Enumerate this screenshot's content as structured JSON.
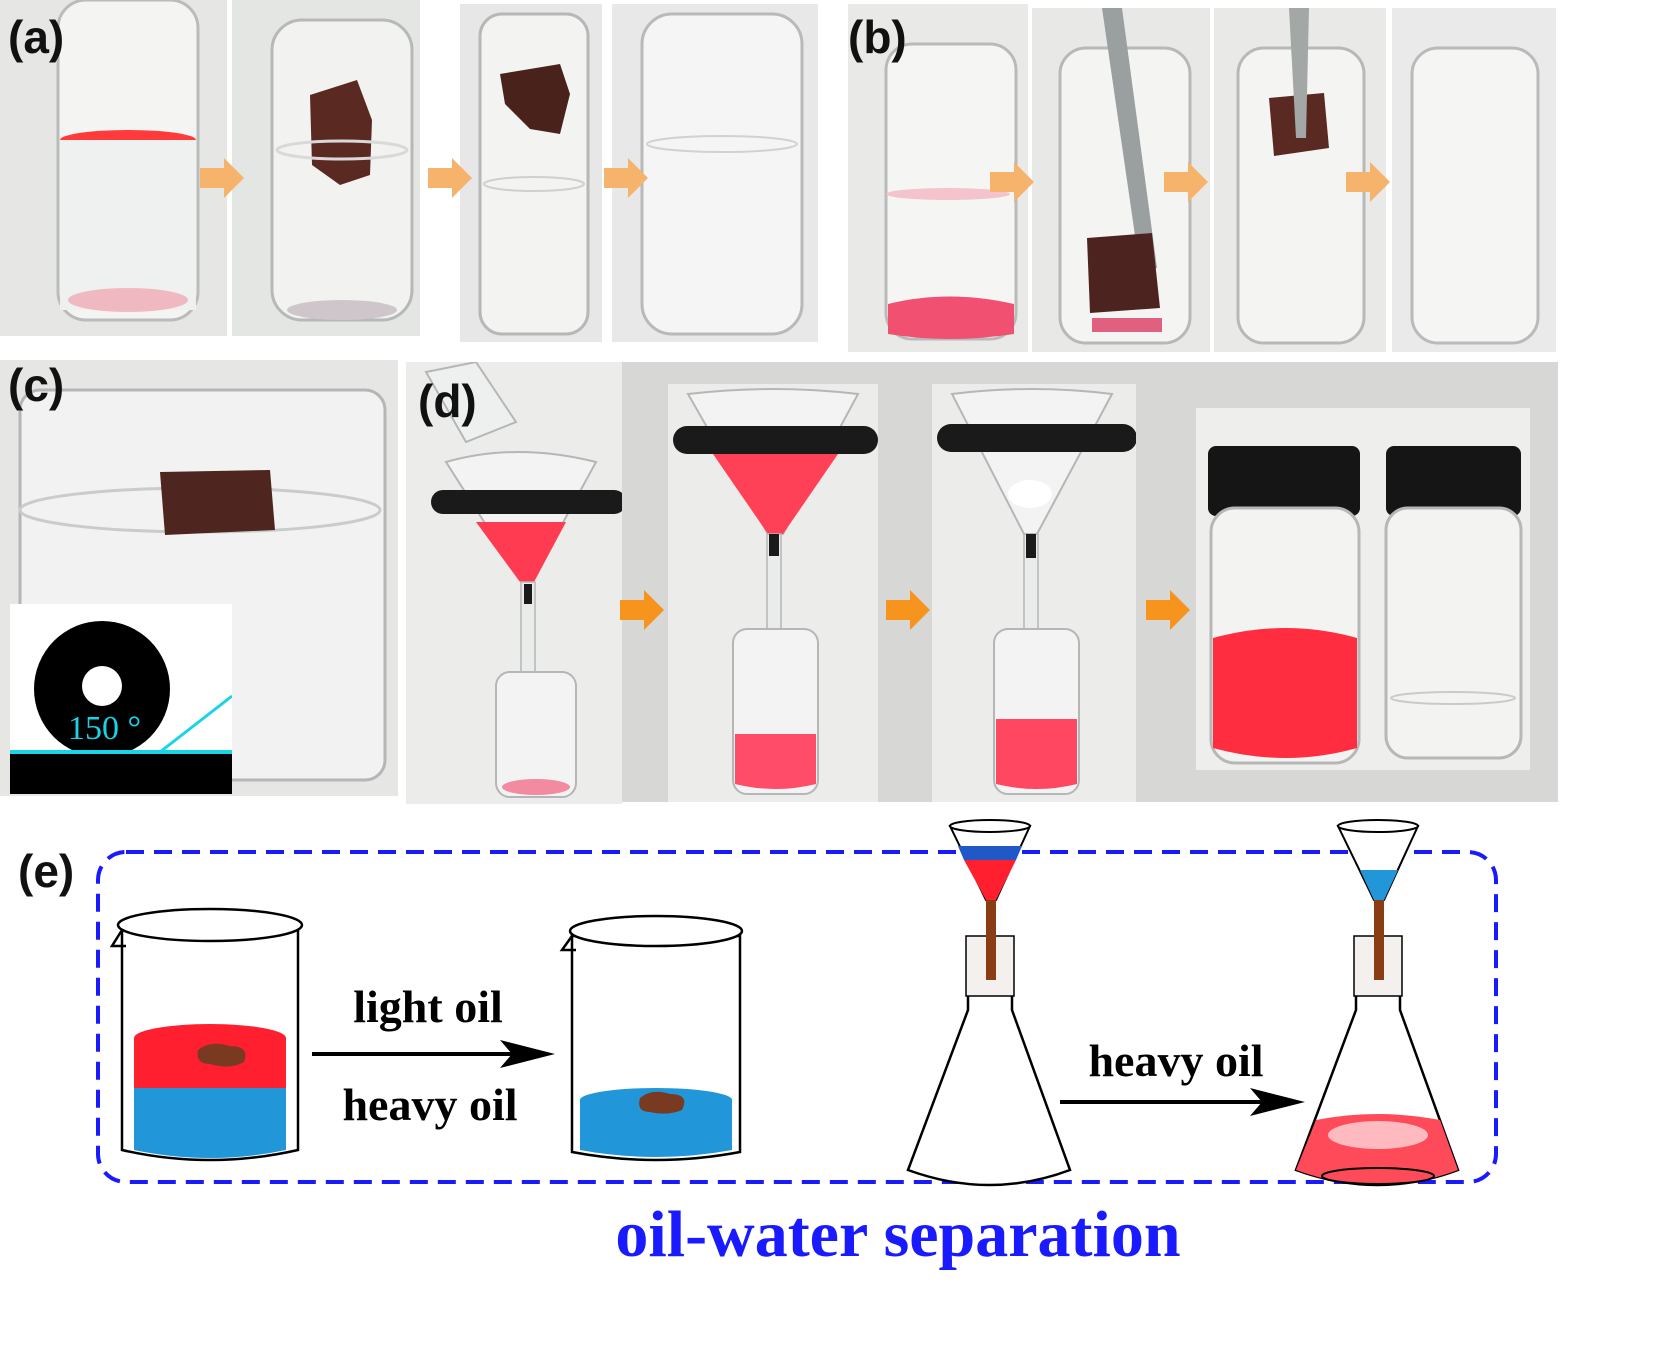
{
  "panels": {
    "a": {
      "label": "(a)"
    },
    "b": {
      "label": "(b)"
    },
    "c": {
      "label": "(c)"
    },
    "d": {
      "label": "(d)"
    },
    "e": {
      "label": "(e)"
    }
  },
  "contact_angle": {
    "value_text": "150 °"
  },
  "scheme": {
    "arrow1_top": "light oil",
    "arrow1_bottom": "heavy oil",
    "arrow2_top": "heavy oil",
    "caption": "oil-water separation"
  },
  "colors": {
    "oil_red": "#ff1f2e",
    "water_blue": "#2196d8",
    "dashed_border": "#1a1aff",
    "caption": "#1a1aff",
    "arrow_orange": "#f6b36b",
    "arrow_orange_dark": "#f7941d",
    "sponge": "#5a2a22",
    "contact_line": "#19d3e8"
  }
}
